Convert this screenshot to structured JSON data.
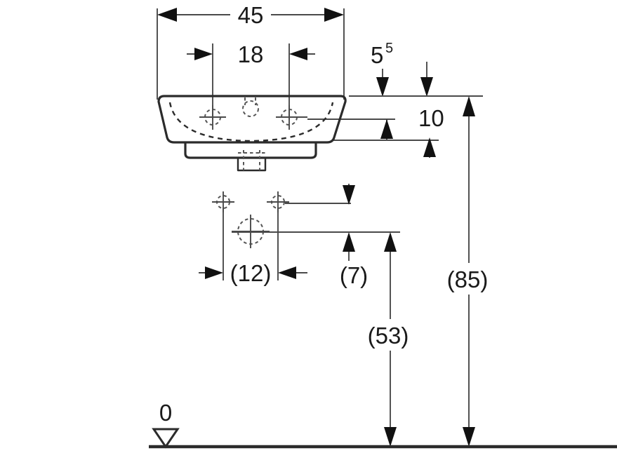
{
  "drawing": {
    "title": "Washbasin installation dimension drawing",
    "units_note": "",
    "background_color": "#ffffff",
    "line_color": "#2b2b2b",
    "dimension_color": "#4a4a4a",
    "text_color": "#1a1a1a"
  },
  "dimensions": {
    "overall_width": "45",
    "tap_hole_spacing": "18",
    "wall_offset": "5",
    "wall_offset_sup": "5",
    "basin_depth": "10",
    "bracket_offset": "(12)",
    "drain_offset": "(7)",
    "drain_height": "(53)",
    "rim_height": "(85)",
    "datum_label": "0"
  },
  "icons": {
    "datum": "datum-triangle-icon",
    "tap_hole": "tap-hole-crosshair-icon",
    "overflow": "overflow-hole-icon",
    "drain": "drain-crosshair-icon"
  }
}
